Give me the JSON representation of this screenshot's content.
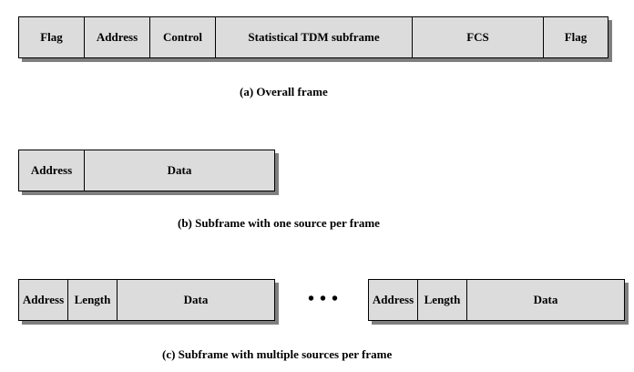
{
  "overall_frame": {
    "fields": [
      "Flag",
      "Address",
      "Control",
      "Statistical TDM subframe",
      "FCS",
      "Flag"
    ],
    "caption": "(a) Overall frame"
  },
  "single_source": {
    "fields": [
      "Address",
      "Data"
    ],
    "caption": "(b) Subframe with one source per frame"
  },
  "multiple_sources": {
    "subframe_fields": [
      "Address",
      "Length",
      "Data"
    ],
    "ellipsis": "•••",
    "caption": "(c) Subframe with multiple sources per frame"
  },
  "colors": {
    "field_fill": "#dcdcdc",
    "shadow": "#7f7f7f",
    "border": "#000000"
  }
}
